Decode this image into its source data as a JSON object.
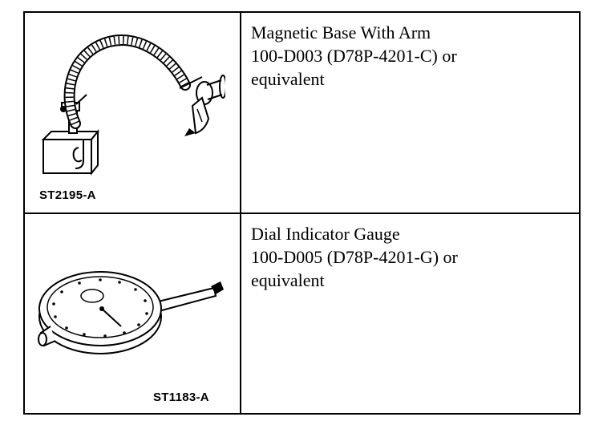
{
  "tools": [
    {
      "illustration": "magnetic-base-with-arm",
      "ref_code": "ST2195-A",
      "description_lines": [
        "Magnetic Base With Arm",
        "100-D003 (D78P-4201-C) or",
        "equivalent"
      ]
    },
    {
      "illustration": "dial-indicator-gauge",
      "ref_code": "ST1183-A",
      "description_lines": [
        "Dial Indicator Gauge",
        "100-D005 (D78P-4201-G) or",
        "equivalent"
      ]
    }
  ]
}
